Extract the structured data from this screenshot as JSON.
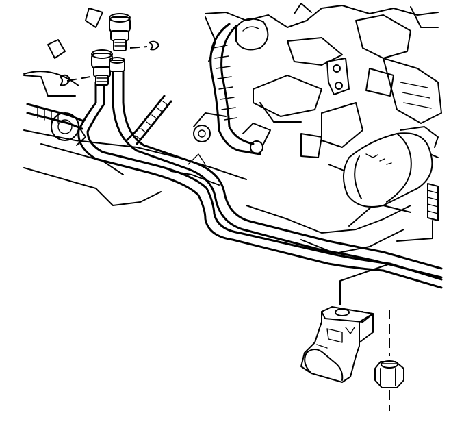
{
  "diagram": {
    "kind": "technical line illustration",
    "stroke_color": "#000000",
    "background_color": "#ffffff",
    "components": [
      "engine-block",
      "transmission-pan",
      "oil-filter",
      "oil-cooler-lines",
      "line-fittings",
      "retaining-clips",
      "wiring-harness",
      "mounting-stud",
      "line-bracket",
      "retaining-nut"
    ]
  }
}
